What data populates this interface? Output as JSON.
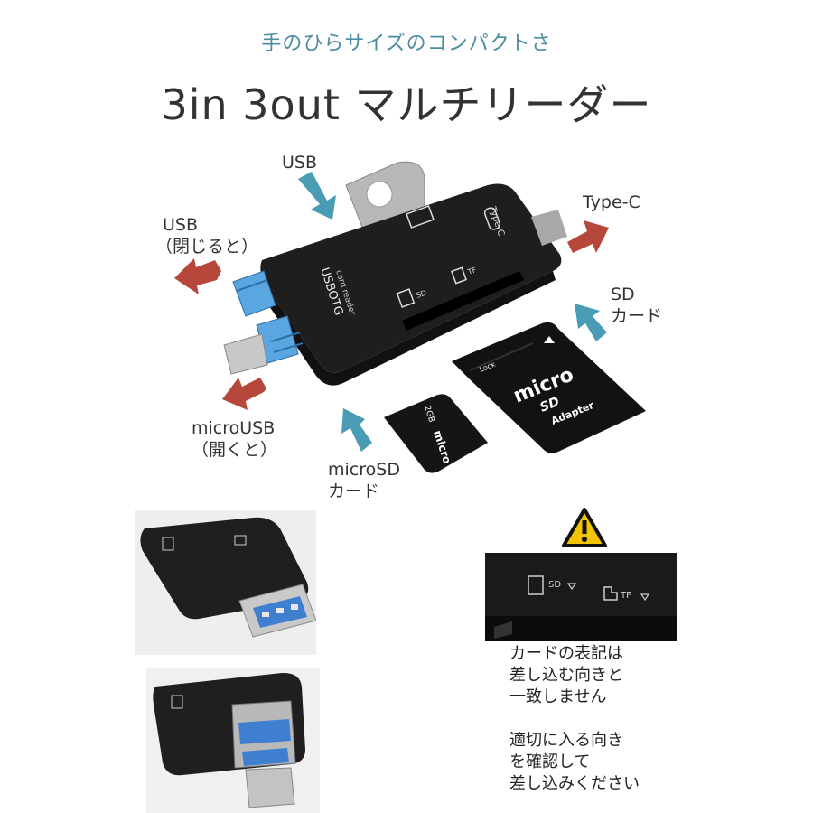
{
  "header": {
    "subtitle": "手のひらサイズのコンパクトさ",
    "title": "3in 3out マルチリーダー"
  },
  "callouts": {
    "usb_top": "USB",
    "usb_left": [
      "USB",
      "（閉じると）"
    ],
    "type_c": "Type-C",
    "sd": [
      "SD",
      "カード"
    ],
    "micro_usb": [
      "microUSB",
      "（開くと）"
    ],
    "micro_sd": [
      "microSD",
      "カード"
    ]
  },
  "device_print": {
    "usb_otg": "USBOTG",
    "card_reader": "card reader",
    "type_c": "Type-C",
    "sd": "SD",
    "tf": "TF"
  },
  "microsd_card": {
    "capacity": "2GB",
    "logo": "micro"
  },
  "sd_adapter": {
    "logo": "micro",
    "sub": "SD",
    "adapter": "Adapter",
    "lock": "Lock"
  },
  "closeup": {
    "sd": "SD",
    "tf": "TF"
  },
  "warning": {
    "icon": "warning-triangle-icon",
    "lines1": [
      "カードの表記は",
      "差し込む向きと",
      "一致しません"
    ],
    "lines2": [
      "適切に入る向き",
      "を確認して",
      "差し込みください"
    ]
  },
  "colors": {
    "accent_blue": "#4a9bb4",
    "accent_red": "#b5483a",
    "device": "#1c1c1c"
  }
}
